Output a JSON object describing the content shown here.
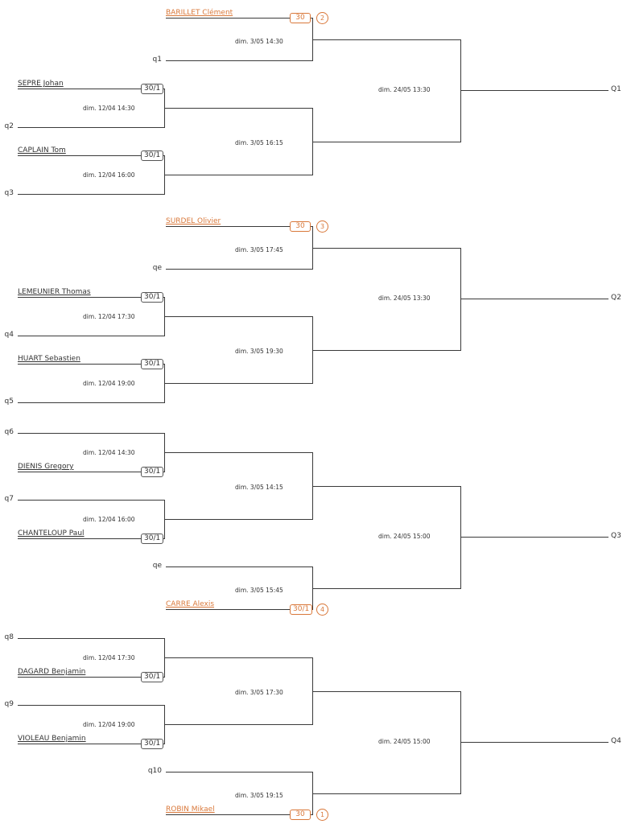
{
  "colors": {
    "line": "#3a3a3a",
    "seeded": "#d9783a",
    "text": "#333333"
  },
  "sections": [
    {
      "id": "Q1",
      "final_label": "Q1",
      "final_date": "dim. 24/05 13:30",
      "top_match": {
        "date": "dim. 3/05 14:30",
        "seeded_player": {
          "name": "BARILLET Clément",
          "rank": "30",
          "seed": "2"
        },
        "qualifier": "q1",
        "seeded_on_top": true
      },
      "bottom_match": {
        "date": "dim. 3/05 16:15",
        "sub_matches": [
          {
            "date": "dim. 12/04 14:30",
            "player": "SEPRE Johan",
            "rank": "30/1",
            "qualifier": "q2",
            "player_on_top": true
          },
          {
            "date": "dim. 12/04 16:00",
            "player": "CAPLAIN Tom",
            "rank": "30/1",
            "qualifier": "q3",
            "player_on_top": true
          }
        ]
      }
    },
    {
      "id": "Q2",
      "final_label": "Q2",
      "final_date": "dim. 24/05 13:30",
      "top_match": {
        "date": "dim. 3/05 17:45",
        "seeded_player": {
          "name": "SURDEL Olivier",
          "rank": "30",
          "seed": "3"
        },
        "qualifier": "qe",
        "seeded_on_top": true
      },
      "bottom_match": {
        "date": "dim. 3/05 19:30",
        "sub_matches": [
          {
            "date": "dim. 12/04 17:30",
            "player": "LEMEUNIER Thomas",
            "rank": "30/1",
            "qualifier": "q4",
            "player_on_top": true
          },
          {
            "date": "dim. 12/04 19:00",
            "player": "HUART Sebastien",
            "rank": "30/1",
            "qualifier": "q5",
            "player_on_top": true
          }
        ]
      }
    },
    {
      "id": "Q3",
      "final_label": "Q3",
      "final_date": "dim. 24/05 15:00",
      "top_match": {
        "date": "dim. 3/05 14:15",
        "sub_matches": [
          {
            "date": "dim. 12/04 14:30",
            "player": "DIENIS Gregory",
            "rank": "30/1",
            "qualifier": "q6",
            "player_on_top": false
          },
          {
            "date": "dim. 12/04 16:00",
            "player": "CHANTELOUP Paul",
            "rank": "30/1",
            "qualifier": "q7",
            "player_on_top": false
          }
        ]
      },
      "bottom_match": {
        "date": "dim. 3/05 15:45",
        "seeded_player": {
          "name": "CARRE Alexis",
          "rank": "30/1",
          "seed": "4"
        },
        "qualifier": "qe",
        "seeded_on_top": false
      }
    },
    {
      "id": "Q4",
      "final_label": "Q4",
      "final_date": "dim. 24/05 15:00",
      "top_match": {
        "date": "dim. 3/05 17:30",
        "sub_matches": [
          {
            "date": "dim. 12/04 17:30",
            "player": "DAGARD Benjamin",
            "rank": "30/1",
            "qualifier": "q8",
            "player_on_top": false
          },
          {
            "date": "dim. 12/04 19:00",
            "player": "VIOLEAU Benjamin",
            "rank": "30/1",
            "qualifier": "q9",
            "player_on_top": false
          }
        ]
      },
      "bottom_match": {
        "date": "dim. 3/05 19:15",
        "seeded_player": {
          "name": "ROBIN Mikael",
          "rank": "30",
          "seed": "1"
        },
        "qualifier": "q10",
        "seeded_on_top": false
      }
    }
  ]
}
